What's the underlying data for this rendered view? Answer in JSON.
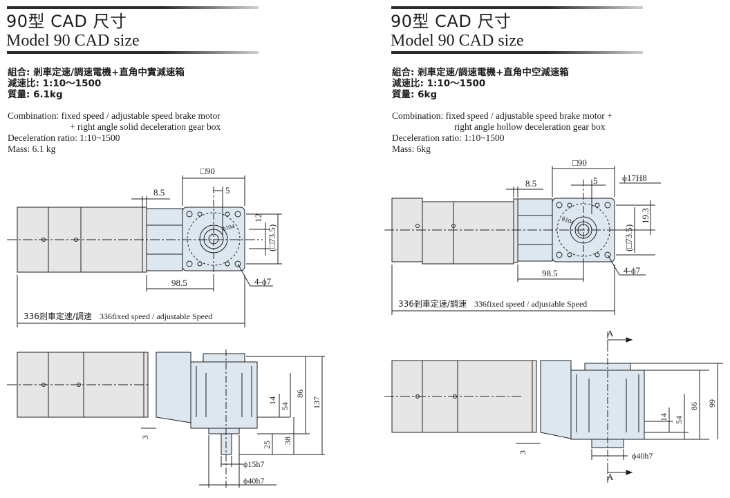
{
  "left": {
    "title_cn": "90型  CAD 尺寸",
    "title_en": "Model 90  CAD size",
    "spec_cn": [
      "組合: 剎車定速/調速電機+直角中實減速箱",
      "減速比: 1:10～1500",
      "質量: 6.1kg"
    ],
    "combination_line1": "Combination: fixed speed / adjustable speed brake motor",
    "combination_line2": "+ right angle solid deceleration gear box",
    "ratio": "Deceleration ratio: 1:10~1500",
    "mass": "Mass: 6.1 kg",
    "dims": {
      "square": "□90",
      "d85": "8.5",
      "d5": "5",
      "d104": "ϕ104",
      "d12": "12",
      "d735": "(□73.5)",
      "d985": "98.5",
      "holes": "4-ϕ7",
      "length_cn": "336剎車定速/調速",
      "length_en": "336fixed  speed / adjustable Speed",
      "d14": "14",
      "d54": "54",
      "d86": "86",
      "d137": "137",
      "d38": "38",
      "d25": "25",
      "d3": "3",
      "shaft": "ϕ15h7",
      "pilot": "ϕ40h7"
    }
  },
  "right": {
    "title_cn": "90型  CAD 尺寸",
    "title_en": "Model 90  CAD size",
    "spec_cn": [
      "組合: 剎車定速/調速電機+直角中空減速箱",
      "減速比: 1:10～1500",
      "質量: 6kg"
    ],
    "combination_line1": "Combination: fixed speed / adjustable speed brake motor +",
    "combination_line2": "right angle hollow deceleration gear box",
    "ratio": "Deceleration ratio: 1:10~1500",
    "mass": "Mass: 6kg",
    "dims": {
      "square": "□90",
      "d85": "8.5",
      "d5": "5",
      "bore": "ϕ17H8",
      "d104": "ϕ104",
      "d193": "19.3",
      "d735": "(□73.5)",
      "d985": "98.5",
      "holes": "4-ϕ7",
      "length_cn": "336剎車定速/調速",
      "length_en": "336fixed  speed / adjustable Speed",
      "sectionA": "A",
      "d14": "14",
      "d54": "54",
      "d86": "86",
      "d99": "99",
      "d3": "3",
      "pilot": "ϕ40h7"
    }
  },
  "colors": {
    "housing": "#dde7f0",
    "motor": "#e6e6e6",
    "line": "#1e1e1e"
  }
}
